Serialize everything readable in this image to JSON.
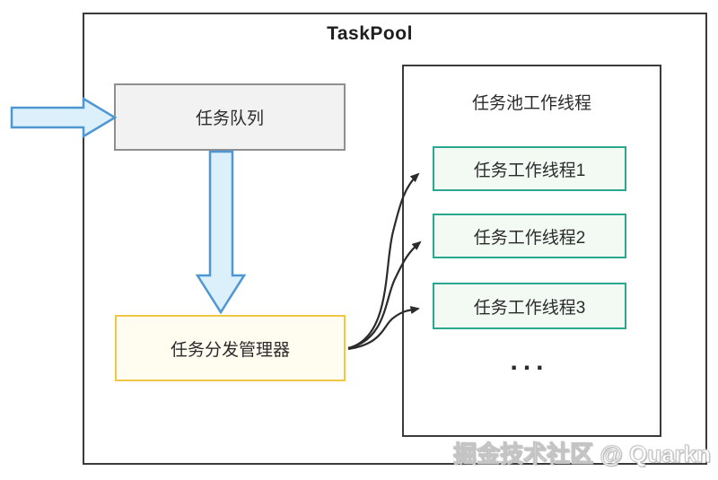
{
  "diagram": {
    "title": "TaskPool",
    "task_queue_label": "任务队列",
    "dispatcher_label": "任务分发管理器",
    "pool_title": "任务池工作线程",
    "workers": [
      "任务工作线程1",
      "任务工作线程2",
      "任务工作线程3"
    ],
    "ellipsis": "...",
    "watermark": "掘金技术社区 @ Quarkn",
    "icons": {
      "inflow_arrow": "block-arrow-right",
      "queue_to_dispatcher_arrow": "block-arrow-down",
      "dispatch_arrows": "curved-arrow-right"
    },
    "colors": {
      "outer_border": "#3a3a3a",
      "pool_border": "#3b3b3b",
      "queue_fill": "#f2f2f2",
      "queue_border": "#8f8f8f",
      "dispatcher_fill": "#fffcf0",
      "dispatcher_border": "#f0c645",
      "worker_fill": "#f3faf4",
      "worker_border": "#2aa78f",
      "block_arrow_fill": "#dcf0fb",
      "block_arrow_stroke": "#4f97d3",
      "curve_arrow_stroke": "#2b2b2b",
      "text": "#2b2b2b"
    }
  }
}
